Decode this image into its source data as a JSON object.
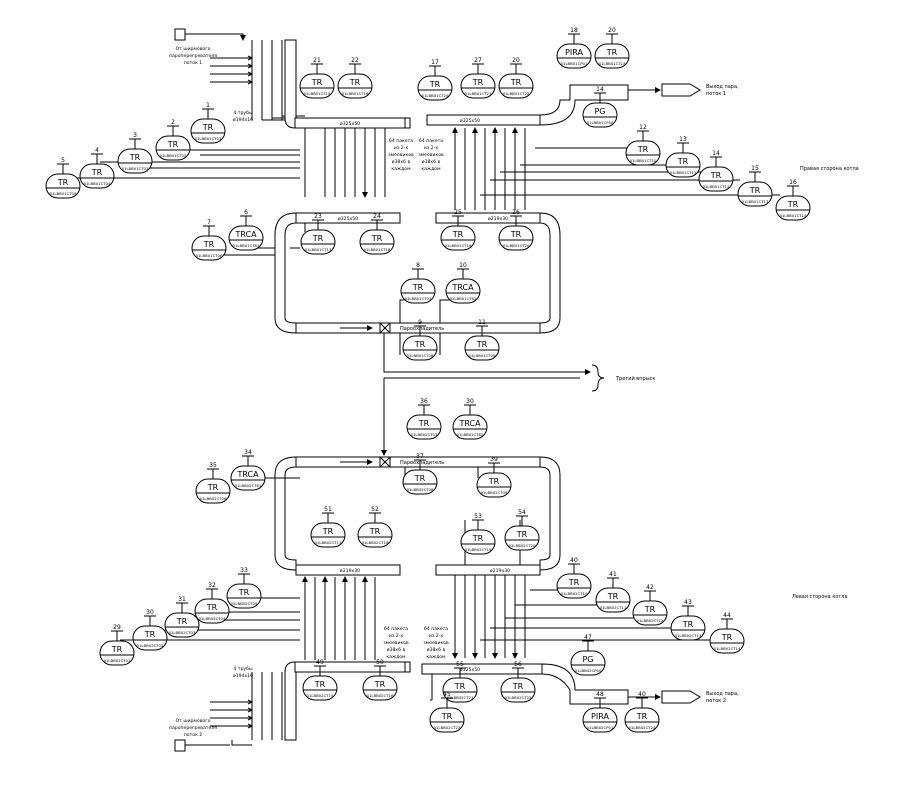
{
  "notes": {
    "inlet1": [
      "От ширмового",
      "пароперегревателя",
      "поток 1"
    ],
    "inlet2": [
      "От ширмового",
      "пароперегревателя",
      "поток 2"
    ],
    "pipes4_top": [
      "4 трубы",
      "ø194х16"
    ],
    "pipes4_bot": [
      "4 трубы",
      "ø194х16"
    ],
    "packets_top_a": [
      "64 пакета",
      "из 2-х",
      "змеевиков",
      "ø38х6 в",
      "каждом"
    ],
    "packets_top_b": [
      "64 пакета",
      "из 2-х",
      "змеевиков",
      "ø38х6 в",
      "каждом"
    ],
    "packets_bot_a": [
      "64 пакета",
      "из 2-х",
      "змеевиков",
      "ø38х6 в",
      "каждом"
    ],
    "packets_bot_b": [
      "64 пакета",
      "из 2-х",
      "змеевиков",
      "ø38х6 в",
      "каждом"
    ],
    "outlet1": [
      "Выход пара,",
      "поток 1"
    ],
    "outlet2": [
      "Выход пара,",
      "поток 2"
    ],
    "right_side": "Правая сторона котла",
    "left_side": "Левая сторона котла",
    "injection": "Третий впрыск",
    "cooler_top": "Пароохладитель",
    "cooler_bot": "Пароохладитель",
    "header_325_1": "ø325х50",
    "header_325_2": "ø325х50",
    "header_219_1": "ø219х30",
    "header_219_2": "ø219х30",
    "header_325_3": "ø325х50",
    "header_219_3": "ø219х30",
    "header_325_4": "ø325х50"
  },
  "instruments": [
    {
      "num": "1",
      "tag": "TR",
      "code": "01LBB01CT01"
    },
    {
      "num": "2",
      "tag": "TR",
      "code": "01LBB01CT02"
    },
    {
      "num": "3",
      "tag": "TR",
      "code": "01LBB01CT03"
    },
    {
      "num": "4",
      "tag": "TR",
      "code": "01LBB01CT04"
    },
    {
      "num": "5",
      "tag": "TR",
      "code": "01LBB01CT05"
    },
    {
      "num": "7",
      "tag": "TR",
      "code": "01LBB01CT06"
    },
    {
      "num": "6",
      "tag": "TRCA",
      "code": "01LBB01CT81"
    },
    {
      "num": "21",
      "tag": "TR",
      "code": "01LBB01CT15"
    },
    {
      "num": "22",
      "tag": "TR",
      "code": "01LBB01CT16"
    },
    {
      "num": "17",
      "tag": "TR",
      "code": "01LBB01CT20"
    },
    {
      "num": "27",
      "tag": "TR",
      "code": "01LBB01CT21"
    },
    {
      "num": "20",
      "tag": "TR",
      "code": "01LBB01CT22"
    },
    {
      "num": "18",
      "tag": "PIRA",
      "code": "01LBB01CP01"
    },
    {
      "num": "20",
      "tag": "TR",
      "code": "01LBB01CT23"
    },
    {
      "num": "14",
      "tag": "PG",
      "code": "01LBB01CP50"
    },
    {
      "num": "12",
      "tag": "TR",
      "code": "01LBB01CT10"
    },
    {
      "num": "13",
      "tag": "TR",
      "code": "01LBB01CT11"
    },
    {
      "num": "14",
      "tag": "TR",
      "code": "01LBB01CT12"
    },
    {
      "num": "15",
      "tag": "TR",
      "code": "01LBB01CT13"
    },
    {
      "num": "16",
      "tag": "TR",
      "code": "01LBB01CT14"
    },
    {
      "num": "23",
      "tag": "TR",
      "code": "01LBB01CT17"
    },
    {
      "num": "24",
      "tag": "TR",
      "code": "01LBB01CT18"
    },
    {
      "num": "25",
      "tag": "TR",
      "code": "01LBB01CT19"
    },
    {
      "num": "26",
      "tag": "TR",
      "code": "01LBB01CT20"
    },
    {
      "num": "8",
      "tag": "TR",
      "code": "01LBB01CT07"
    },
    {
      "num": "10",
      "tag": "TRCA",
      "code": "01LBB01CT82"
    },
    {
      "num": "9",
      "tag": "TR",
      "code": "01LBB01CT08"
    },
    {
      "num": "11",
      "tag": "TR",
      "code": "01LBB01CT09"
    },
    {
      "num": "36",
      "tag": "TR",
      "code": "01LBB02CT07"
    },
    {
      "num": "30",
      "tag": "TRCA",
      "code": "01LBB02CT82"
    },
    {
      "num": "35",
      "tag": "TR",
      "code": "01LBB02CT06"
    },
    {
      "num": "34",
      "tag": "TRCA",
      "code": "01LBB02CT81"
    },
    {
      "num": "37",
      "tag": "TR",
      "code": "01LBB02CT08"
    },
    {
      "num": "39",
      "tag": "TR",
      "code": "01LBB02CT09"
    },
    {
      "num": "51",
      "tag": "TR",
      "code": "01LBB02CT17"
    },
    {
      "num": "52",
      "tag": "TR",
      "code": "01LBB02CT18"
    },
    {
      "num": "53",
      "tag": "TR",
      "code": "01LBB02CT19"
    },
    {
      "num": "54",
      "tag": "TR",
      "code": "01LBB02CT20"
    },
    {
      "num": "29",
      "tag": "TR",
      "code": "01LBB02CT01"
    },
    {
      "num": "30",
      "tag": "TR",
      "code": "01LBB02CT02"
    },
    {
      "num": "31",
      "tag": "TR",
      "code": "01LBB02CT03"
    },
    {
      "num": "32",
      "tag": "TR",
      "code": "01LBB02CT04"
    },
    {
      "num": "33",
      "tag": "TR",
      "code": "01LBB02CT05"
    },
    {
      "num": "40",
      "tag": "TR",
      "code": "01LBB02CT10"
    },
    {
      "num": "41",
      "tag": "TR",
      "code": "01LBB02CT11"
    },
    {
      "num": "42",
      "tag": "TR",
      "code": "01LBB02CT12"
    },
    {
      "num": "43",
      "tag": "TR",
      "code": "01LBB02CT13"
    },
    {
      "num": "44",
      "tag": "TR",
      "code": "01LBB02CT14"
    },
    {
      "num": "49",
      "tag": "TR",
      "code": "01LBB02CT15"
    },
    {
      "num": "50",
      "tag": "TR",
      "code": "01LBB02CT16"
    },
    {
      "num": "55",
      "tag": "TR",
      "code": "01LBB02CT21"
    },
    {
      "num": "56",
      "tag": "TR",
      "code": "01LBB02CT22"
    },
    {
      "num": "45",
      "tag": "TR",
      "code": "01LBB02CT23"
    },
    {
      "num": "47",
      "tag": "PG",
      "code": "01LBB02CP50"
    },
    {
      "num": "48",
      "tag": "PIRA",
      "code": "01LBB02CP01"
    },
    {
      "num": "40",
      "tag": "TR",
      "code": "01LBB02CT24"
    }
  ]
}
